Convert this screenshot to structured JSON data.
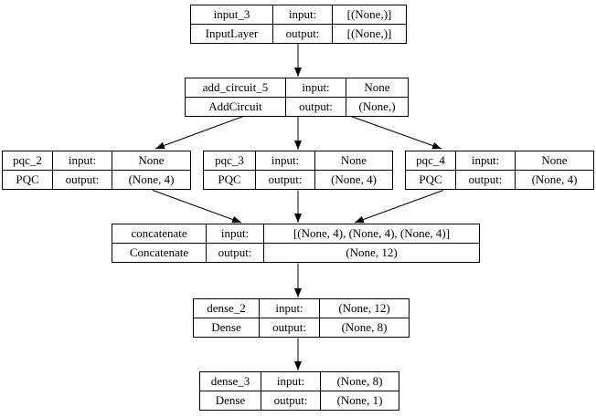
{
  "diagram": {
    "title": "keras-model-architecture-graph",
    "background_color": "#ffffff",
    "node_border_color": "#000000",
    "edge_color": "#000000",
    "labels": {
      "input": "input:",
      "output": "output:"
    },
    "nodes": [
      {
        "name": "input_3",
        "class": "InputLayer",
        "input": "[(None,)]",
        "output": "[(None,)]"
      },
      {
        "name": "add_circuit_5",
        "class": "AddCircuit",
        "input": "None",
        "output": "(None,)"
      },
      {
        "name": "pqc_2",
        "class": "PQC",
        "input": "None",
        "output": "(None, 4)"
      },
      {
        "name": "pqc_3",
        "class": "PQC",
        "input": "None",
        "output": "(None, 4)"
      },
      {
        "name": "pqc_4",
        "class": "PQC",
        "input": "None",
        "output": "(None, 4)"
      },
      {
        "name": "concatenate",
        "class": "Concatenate",
        "input": "[(None, 4), (None, 4), (None, 4)]",
        "output": "(None, 12)"
      },
      {
        "name": "dense_2",
        "class": "Dense",
        "input": "(None, 12)",
        "output": "(None, 8)"
      },
      {
        "name": "dense_3",
        "class": "Dense",
        "input": "(None, 8)",
        "output": "(None, 1)"
      }
    ],
    "edges": [
      {
        "from": "input_3",
        "to": "add_circuit_5"
      },
      {
        "from": "add_circuit_5",
        "to": "pqc_2"
      },
      {
        "from": "add_circuit_5",
        "to": "pqc_3"
      },
      {
        "from": "add_circuit_5",
        "to": "pqc_4"
      },
      {
        "from": "pqc_2",
        "to": "concatenate"
      },
      {
        "from": "pqc_3",
        "to": "concatenate"
      },
      {
        "from": "pqc_4",
        "to": "concatenate"
      },
      {
        "from": "concatenate",
        "to": "dense_2"
      },
      {
        "from": "dense_2",
        "to": "dense_3"
      }
    ]
  }
}
